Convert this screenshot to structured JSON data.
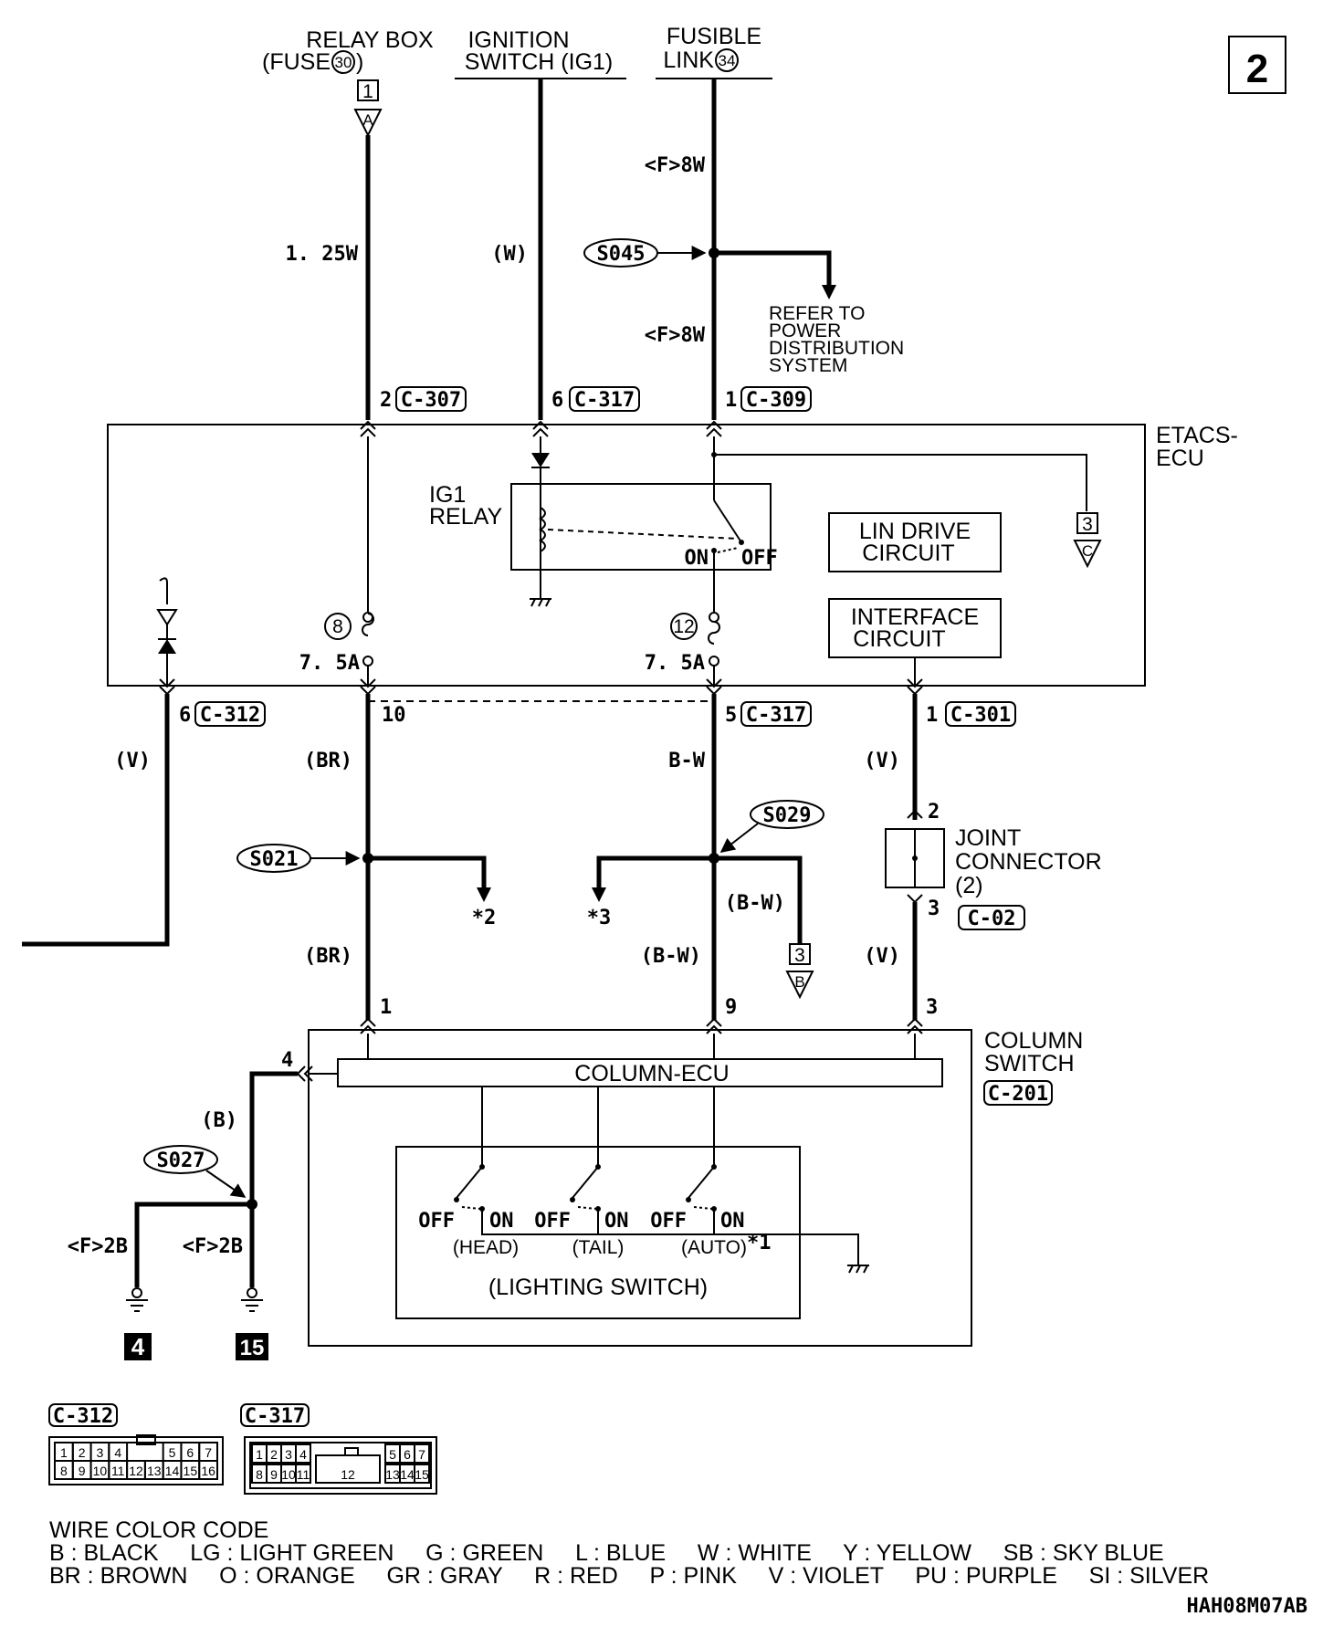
{
  "page": {
    "number": "2",
    "doc_code": "HAH08M07AB"
  },
  "sources": {
    "relay_box": {
      "line1": "RELAY BOX",
      "line2_prefix": "(FUSE",
      "fuse_no": "30",
      "line2_suffix": ")",
      "conn_num": "1",
      "conn_letter": "A"
    },
    "ignition_switch": {
      "line1": "IGNITION",
      "line2": "SWITCH (IG1)"
    },
    "fusible_link": {
      "line1": "FUSIBLE",
      "line2_prefix": "LINK",
      "link_no": "34"
    }
  },
  "wires": {
    "relay_wire": "1. 25W",
    "ign_wire": "(W)",
    "fusible_wire_top": "<F>8W",
    "fusible_wire_bottom": "<F>8W",
    "c312_wire": "(V)",
    "br_wire_upper": "(BR)",
    "br_wire_lower": "(BR)",
    "bw_wire_upper": "B-W",
    "bw_wire_lower": "(B-W)",
    "bw_wire_branch": "(B-W)",
    "v_wire_upper": "(V)",
    "v_wire_lower": "(V)",
    "b_wire": "(B)",
    "ground_left_wire": "<F>2B",
    "ground_right_wire": "<F>2B"
  },
  "splices": {
    "s045": "S045",
    "s021": "S021",
    "s029": "S029",
    "s027": "S027"
  },
  "refer_to": [
    "REFER TO",
    "POWER",
    "DISTRIBUTION",
    "SYSTEM"
  ],
  "connectors": {
    "c307_pin": "2",
    "c307": "C-307",
    "c317_top_pin": "6",
    "c317_top": "C-317",
    "c309_pin": "1",
    "c309": "C-309",
    "c312_pin": "6",
    "c312": "C-312",
    "pin_10": "10",
    "c317_bottom_pin": "5",
    "c317_bottom": "C-317",
    "c301_pin": "1",
    "c301": "C-301",
    "jc_pin_in": "2",
    "jc_pin_out": "3",
    "c02": "C-02",
    "col_pin_1": "1",
    "col_pin_9": "9",
    "col_pin_3": "3",
    "col_pin_4": "4",
    "c201": "C-201"
  },
  "etacs": {
    "label1": "ETACS-",
    "label2": "ECU",
    "ig1_relay1": "IG1",
    "ig1_relay2": "RELAY",
    "relay_on": "ON",
    "relay_off": "OFF",
    "lin_drive1": "LIN DRIVE",
    "lin_drive2": "CIRCUIT",
    "interface1": "INTERFACE",
    "interface2": "CIRCUIT",
    "fuse8_no": "8",
    "fuse8_amp": "7. 5A",
    "fuse12_no": "12",
    "fuse12_amp": "7. 5A",
    "off_page_c_num": "3",
    "off_page_c_letter": "C"
  },
  "joint_connector": {
    "line1": "JOINT",
    "line2": "CONNECTOR",
    "line3": "(2)"
  },
  "off_page_b": {
    "num": "3",
    "letter": "B"
  },
  "notes": {
    "star2": "*2",
    "star3": "*3",
    "star1": "*1"
  },
  "column_switch": {
    "label1": "COLUMN",
    "label2": "SWITCH",
    "column_ecu": "COLUMN-ECU",
    "lighting_switch": "(LIGHTING SWITCH)",
    "switches": [
      {
        "off": "OFF",
        "on": "ON",
        "name": "(HEAD)"
      },
      {
        "off": "OFF",
        "on": "ON",
        "name": "(TAIL)"
      },
      {
        "off": "OFF",
        "on": "ON",
        "name": "(AUTO)"
      }
    ]
  },
  "grounds": {
    "g4": "4",
    "g15": "15"
  },
  "connector_views": {
    "c312": {
      "name": "C-312",
      "row1_left": [
        "1",
        "2",
        "3",
        "4"
      ],
      "row1_right": [
        "5",
        "6",
        "7"
      ],
      "row2": [
        "8",
        "9",
        "10",
        "11",
        "12",
        "13",
        "14",
        "15",
        "16"
      ]
    },
    "c317": {
      "name": "C-317",
      "row1_left": [
        "1",
        "2",
        "3",
        "4"
      ],
      "row1_right": [
        "5",
        "6",
        "7"
      ],
      "row2_left": [
        "8",
        "9",
        "10",
        "11"
      ],
      "center": "12",
      "row2_right": [
        "13",
        "14",
        "15"
      ]
    }
  },
  "wire_color_code": {
    "title": "WIRE COLOR CODE",
    "row1": "B : BLACK     LG : LIGHT GREEN     G : GREEN     L : BLUE     W : WHITE     Y : YELLOW     SB : SKY BLUE",
    "row2": "BR : BROWN     O : ORANGE     GR : GRAY     R : RED     P : PINK     V : VIOLET     PU : PURPLE     SI : SILVER"
  }
}
